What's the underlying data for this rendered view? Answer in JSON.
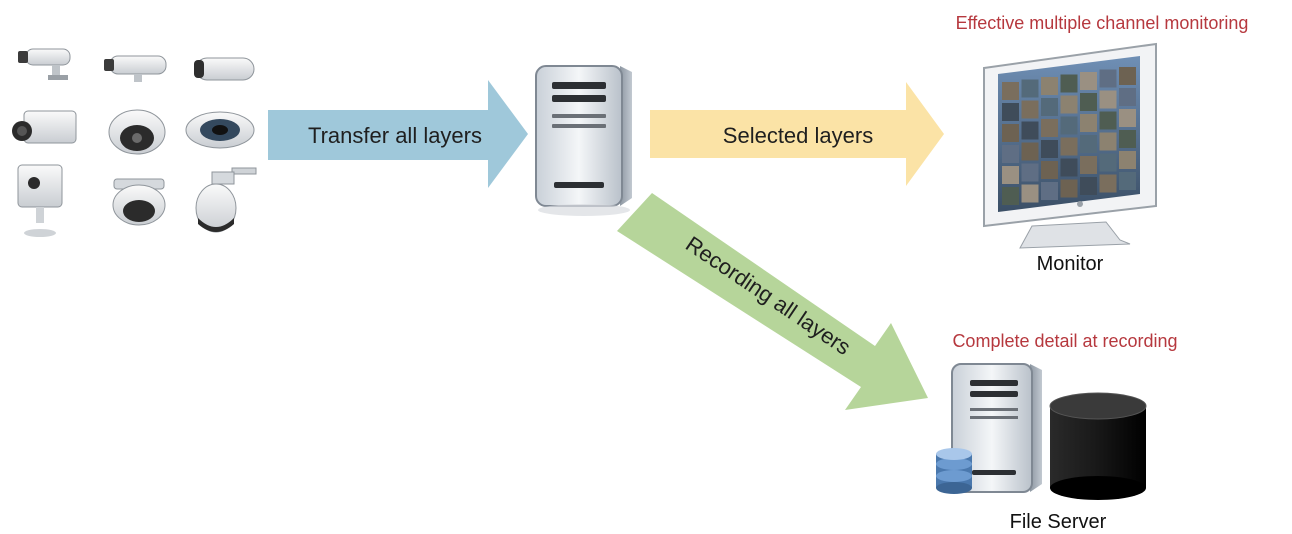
{
  "arrows": {
    "transfer": {
      "label": "Transfer all layers",
      "color": "#9fc8da"
    },
    "selected": {
      "label": "Selected layers",
      "color": "#fbe3a6"
    },
    "recording": {
      "label": "Recording all layers",
      "color": "#b6d59a"
    }
  },
  "monitor": {
    "caption_top": "Effective multiple channel monitoring",
    "label": "Monitor"
  },
  "file_server": {
    "caption_top": "Complete detail at recording",
    "label": "File Server"
  },
  "colors": {
    "caption_red": "#b6383e",
    "server_body": "#e7ebef",
    "storage_dark": "#111111",
    "db_blue": "#5f8fc7"
  },
  "cameras": [
    {
      "icon": "bullet-camera-icon"
    },
    {
      "icon": "bullet-camera-icon"
    },
    {
      "icon": "bullet-camera-icon"
    },
    {
      "icon": "box-camera-icon"
    },
    {
      "icon": "dome-camera-icon"
    },
    {
      "icon": "fisheye-camera-icon"
    },
    {
      "icon": "cube-camera-icon"
    },
    {
      "icon": "dome-camera-icon"
    },
    {
      "icon": "speed-dome-camera-icon"
    }
  ]
}
